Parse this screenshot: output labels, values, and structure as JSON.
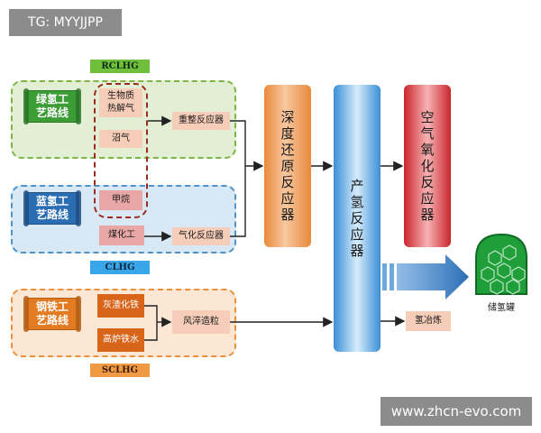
{
  "watermark_top": "TG: MYYJJPP",
  "watermark_bottom": "www.zhcn-evo.com",
  "routes": {
    "green": {
      "tag": "RCLHG",
      "scroll": "绿氢工\n艺路线"
    },
    "blue": {
      "tag": "CLHG",
      "scroll": "蓝氢工\n艺路线"
    },
    "orange": {
      "tag": "SCLHG",
      "scroll": "钢铁工\n艺路线"
    }
  },
  "nodes": {
    "biomass": "生物质\n热解气",
    "biogas": "沼气",
    "reforming": "重整反应器",
    "methane": "甲烷",
    "coal": "煤化工",
    "gasifier": "气化反应器",
    "slag": "灰渣化铁",
    "blast_furnace": "高炉铁水",
    "granulation": "风淬造粒",
    "deep_reduction": "深度还原反应器",
    "hydrogen_reactor": "产氢反应器",
    "air_oxidation": "空气氧化反应器",
    "ironmaking": "氢冶炼",
    "storage": "储氢罐"
  },
  "colors": {
    "green": "#3c9c35",
    "blue": "#2a6db3",
    "orange": "#e27b21",
    "red": "#c9262c"
  }
}
